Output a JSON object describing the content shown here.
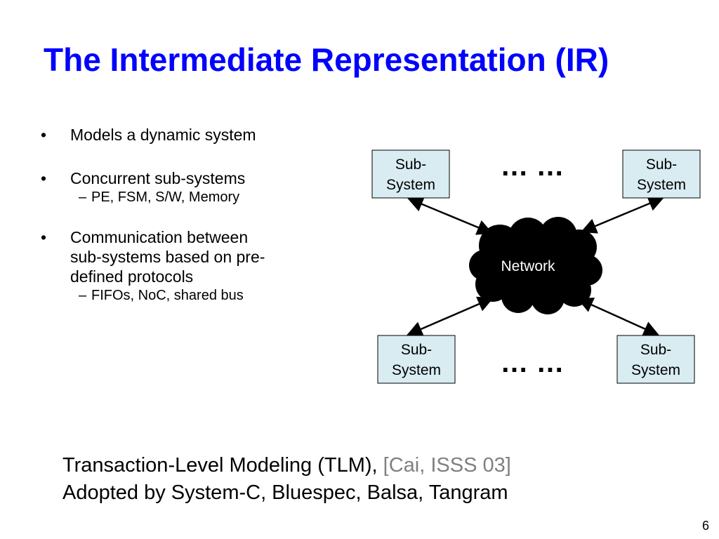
{
  "slide": {
    "title": "The Intermediate Representation (IR)",
    "page_number": "6"
  },
  "bullets": [
    {
      "text": "Models a dynamic system",
      "subitems": []
    },
    {
      "text": "Concurrent sub-systems",
      "subitems": [
        "PE, FSM, S/W, Memory"
      ]
    },
    {
      "text": "Communication between sub-systems based on pre-defined protocols",
      "lines": [
        "Communication between",
        "sub-systems based on pre-",
        "defined protocols"
      ],
      "subitems": [
        "FIFOs, NoC, shared bus"
      ]
    }
  ],
  "diagram": {
    "network_label": "Network",
    "subsystem_line1": "Sub-",
    "subsystem_line2": "System",
    "ellipsis": "… …",
    "box_fill": "#d9ecf2",
    "cloud_fill": "#000000"
  },
  "footer": {
    "line1": "Transaction-Level Modeling (TLM), ",
    "citation": "[Cai, ISSS 03]",
    "line2": "Adopted by System-C, Bluespec, Balsa, Tangram"
  }
}
